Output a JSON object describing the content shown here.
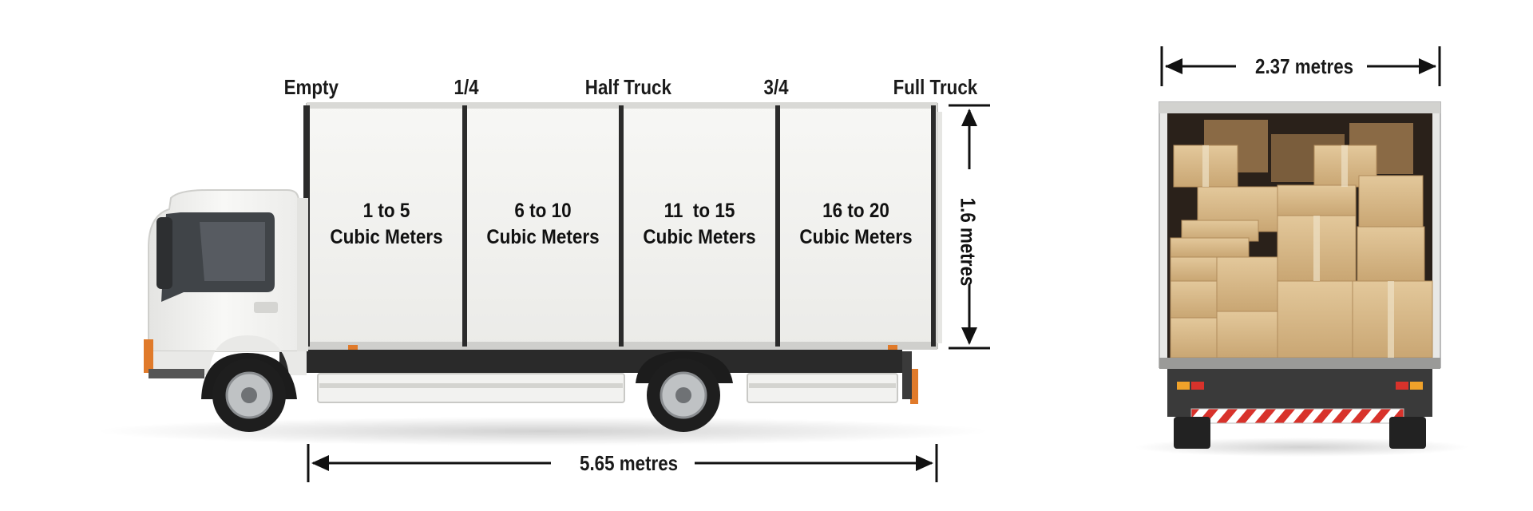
{
  "fill_levels": [
    "Empty",
    "1/4",
    "Half Truck",
    "3/4",
    "Full Truck"
  ],
  "sections": [
    {
      "line1": "1 to 5",
      "line2": "Cubic Meters"
    },
    {
      "line1": "6 to 10",
      "line2": "Cubic Meters"
    },
    {
      "line1": "11  to 15",
      "line2": "Cubic Meters"
    },
    {
      "line1": "16 to 20",
      "line2": "Cubic Meters"
    }
  ],
  "dimensions": {
    "length": "5.65 metres",
    "height": "1.6 metres",
    "width": "2.37 metres"
  },
  "colors": {
    "body": "#f3f3f1",
    "frame": "#2a2a2a",
    "box": "#d9bb8a",
    "reflector_red": "#d8322b"
  }
}
